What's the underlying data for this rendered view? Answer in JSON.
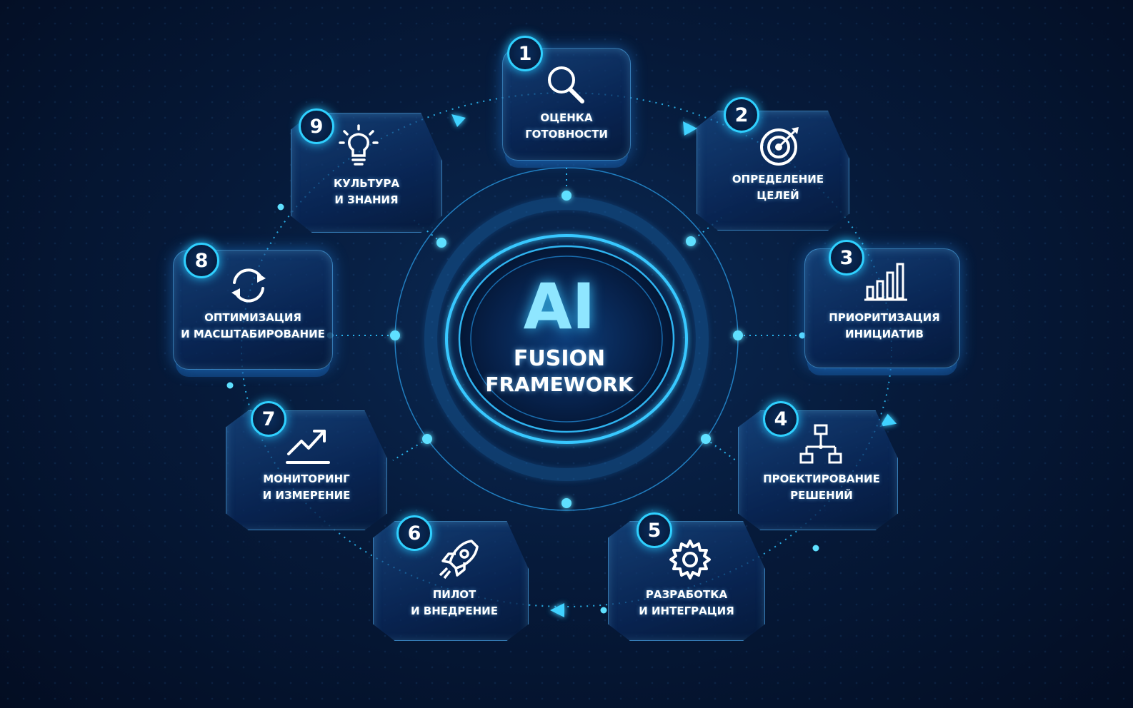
{
  "center": {
    "title": "AI",
    "line1": "FUSION",
    "line2": "FRAMEWORK"
  },
  "colors": {
    "accent": "#2fd0ff",
    "glow": "#39b8ff",
    "background": "#061a3a"
  },
  "steps": [
    {
      "number": "1",
      "icon": "magnifier-icon",
      "line1": "ОЦЕНКА",
      "line2": "ГОТОВНОСТИ"
    },
    {
      "number": "2",
      "icon": "target-icon",
      "line1": "ОПРЕДЕЛЕНИЕ",
      "line2": "ЦЕЛЕЙ"
    },
    {
      "number": "3",
      "icon": "bar-chart-icon",
      "line1": "ПРИОРИТИЗАЦИЯ",
      "line2": "ИНИЦИАТИВ"
    },
    {
      "number": "4",
      "icon": "flowchart-icon",
      "line1": "ПРОЕКТИРОВАНИЕ",
      "line2": "РЕШЕНИЙ"
    },
    {
      "number": "5",
      "icon": "gear-icon",
      "line1": "РАЗРАБОТКА",
      "line2": "И ИНТЕГРАЦИЯ"
    },
    {
      "number": "6",
      "icon": "rocket-icon",
      "line1": "ПИЛОТ",
      "line2": "И ВНЕДРЕНИЕ"
    },
    {
      "number": "7",
      "icon": "trend-up-icon",
      "line1": "МОНИТОРИНГ",
      "line2": "И ИЗМЕРЕНИЕ"
    },
    {
      "number": "8",
      "icon": "refresh-icon",
      "line1": "ОПТИМИЗАЦИЯ",
      "line2": "И МАСШТАБИРОВАНИЕ"
    },
    {
      "number": "9",
      "icon": "lightbulb-icon",
      "line1": "КУЛЬТУРА",
      "line2": "И ЗНАНИЯ"
    }
  ]
}
